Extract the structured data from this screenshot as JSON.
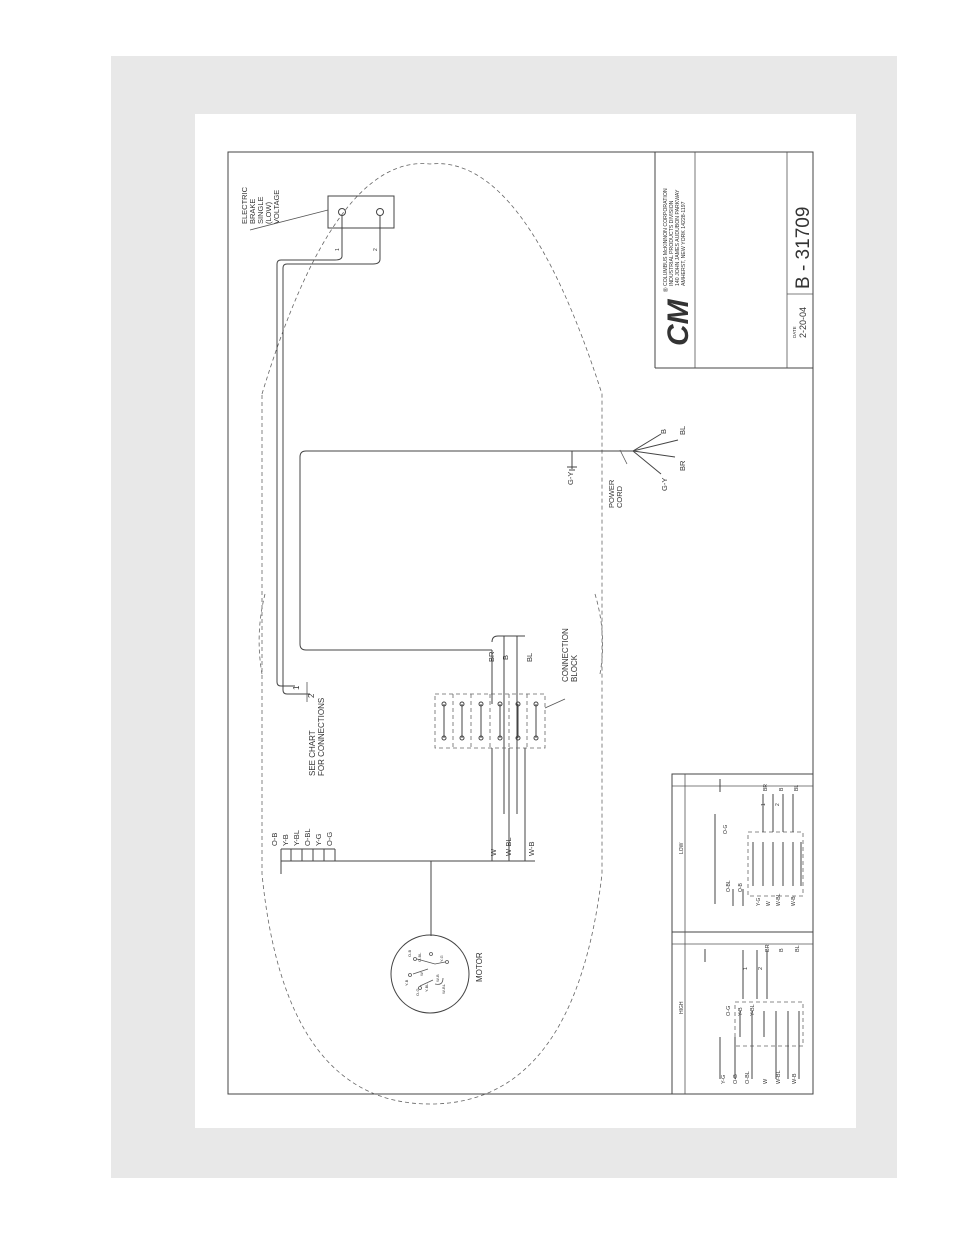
{
  "labels": {
    "brake": [
      "ELECTRIC",
      "BRAKE",
      "SINGLE",
      "(LOW)",
      "VOLTAGE"
    ],
    "terminal_1": "1",
    "terminal_2": "2",
    "see_chart": [
      "SEE CHART",
      "FOR CONNECTIONS"
    ],
    "motor": "MOTOR",
    "connection_block": [
      "CONNECTION",
      "BLOCK"
    ],
    "power_cord": [
      "POWER",
      "CORD"
    ],
    "ground": "G-Y",
    "motor_leads_top": [
      "O-B",
      "Y-B",
      "Y-BL",
      "O-BL",
      "Y-G",
      "O-G"
    ],
    "motor_leads_bottom": [
      "W",
      "W-BL",
      "W-B"
    ],
    "block_outputs": [
      "BR",
      "B",
      "BL"
    ],
    "cord_wires": [
      "G-Y",
      "BR",
      "BL",
      "B"
    ],
    "motor_terminals": [
      "O-B",
      "O-BL",
      "Y-G",
      "Y-B",
      "W",
      "O-G",
      "Y-BL",
      "W-B",
      "W-BL"
    ]
  },
  "title_block": {
    "logo": "CM",
    "registered": "®",
    "company": [
      "COLUMBUS McKINNON CORPORATION",
      "INDUSTRIAL PRODUCTS DIVISION",
      "140 JOHN JAMES AUDUBON PARKWAY",
      "AMHERST, NEW YORK  14228-1197"
    ],
    "date_label": "DATE",
    "date": "2-20-04",
    "drawing_number": "B - 31709"
  },
  "chart": {
    "high_label": "HIGH",
    "low_label": "LOW",
    "high_inputs": [
      "Y-G",
      "O-B",
      "O-BL",
      "W",
      "W-BL",
      "W-B"
    ],
    "high_top": [
      "O-G",
      "Y-B",
      "Y-BL"
    ],
    "high_outputs": [
      "1",
      "2",
      "BR",
      "B",
      "BL"
    ],
    "low_left": [
      "O-BL",
      "O-B"
    ],
    "low_top": "O-G",
    "low_bottom": [
      "Y-G",
      "W",
      "W-BL",
      "W-B"
    ],
    "low_outputs": [
      "1",
      "2",
      "BR",
      "B",
      "BL"
    ]
  }
}
